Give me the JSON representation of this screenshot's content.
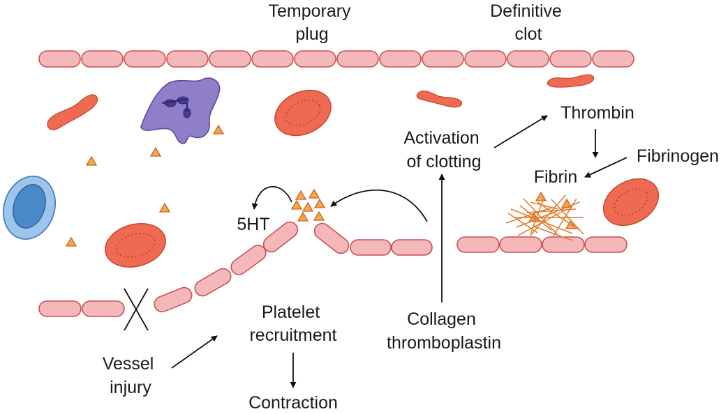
{
  "labels": {
    "temporary_plug": [
      "Temporary",
      "plug"
    ],
    "definitive_clot": [
      "Definitive",
      "clot"
    ],
    "thrombin": "Thrombin",
    "activation_of_clotting": [
      "Activation",
      "of clotting"
    ],
    "fibrinogen": "Fibrinogen",
    "fibrin": "Fibrin",
    "five_ht": "5HT",
    "platelet_recruitment": [
      "Platelet",
      "recruitment"
    ],
    "collagen_thromboplastin": [
      "Collagen",
      "thromboplastin"
    ],
    "vessel_injury": [
      "Vessel",
      "injury"
    ],
    "contraction": "Contraction"
  },
  "colors": {
    "endothelial_fill": "#f4b8bb",
    "endothelial_stroke": "#c94f57",
    "red_cell": "#ee6a52",
    "platelet": "#f6a64b",
    "white_cell_purple": "#8f7fc9",
    "white_cell_blue": "#9dc4ea",
    "fibrin": "#e07a2e"
  }
}
